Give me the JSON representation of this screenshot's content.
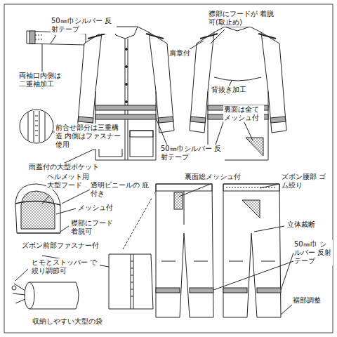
{
  "diagram": {
    "labels": [
      "50㎜巾シルバー 反射テープ",
      "両袖口内側は 二重袖加工",
      "前合せ部分は三重構造 内側はファスナー使用",
      "雨蓋付の大型ポケット",
      "襟部にフードが 着脱可(取止め)",
      "肩章付",
      "背抜き加工",
      "裏面は全て メッシュ付",
      "50㎜巾シルバー 反射テープ",
      "ヘルメット用 大型フード",
      "透明ビニールの 庇付き",
      "メッシュ付",
      "襟部にフード 着脱可",
      "ズボン前部ファスナー付",
      "ヒモとストッパー で絞り調節可",
      "収納しやすい大型の袋",
      "裏面総メッシュ付",
      "ズボン腰部 ゴム絞り",
      "立体裁断",
      "50㎜巾 シルバー 反射テープ",
      "裾部調整"
    ]
  }
}
